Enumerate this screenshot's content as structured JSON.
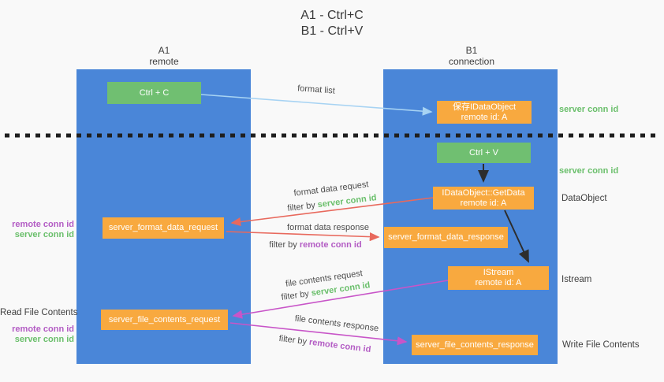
{
  "title": {
    "line1": "A1 - Ctrl+C",
    "line2": "B1 - Ctrl+V"
  },
  "columns": {
    "left": {
      "name": "A1",
      "role": "remote"
    },
    "right": {
      "name": "B1",
      "role": "connection"
    }
  },
  "nodes": {
    "ctrl_c": {
      "label": "Ctrl + C"
    },
    "save_dataobject": {
      "line1": "保存IDataObject",
      "line2": "remote id: A"
    },
    "ctrl_v": {
      "label": "Ctrl + V"
    },
    "getdata": {
      "line1": "IDataObject::GetData",
      "line2": "remote id: A"
    },
    "format_request": {
      "label": "server_format_data_request"
    },
    "format_response": {
      "label": "server_format_data_response"
    },
    "istream": {
      "line1": "IStream",
      "line2": "remote id: A"
    },
    "file_request": {
      "label": "server_file_contents_request"
    },
    "file_response": {
      "label": "server_file_contents_response"
    }
  },
  "edge_labels": {
    "format_list": "format list",
    "format_data_request": "format data request",
    "format_data_response": "format data response",
    "file_contents_request": "file contents request",
    "file_contents_response": "file contents response",
    "filter_by": "filter by ",
    "server_conn_id": "server conn id",
    "remote_conn_id": "remote conn id"
  },
  "side_labels": {
    "server_conn_id_top_right": "server conn id",
    "server_conn_id_mid_right": "server conn id",
    "dataobject": "DataObject",
    "istream": "Istream",
    "write_file_contents": "Write File Contents",
    "read_file_contents": "Read File Contents",
    "remote_conn_id_left_top": "remote conn id",
    "server_conn_id_left_top": "server conn id",
    "remote_conn_id_left_bottom": "remote conn id",
    "server_conn_id_left_bottom": "server conn id"
  },
  "colors": {
    "background": "#f9f9f9",
    "column_blue": "#4a86d8",
    "node_green": "#70bf71",
    "node_orange": "#f8a93f",
    "server_conn_green": "#6abf6b",
    "remote_conn_purple": "#b35cc4",
    "arrow_blue": "#a7d3f3",
    "arrow_red": "#e8695d",
    "arrow_magenta": "#c855c8",
    "arrow_black": "#2d2d2d",
    "divider_black": "#1f1f1f"
  }
}
